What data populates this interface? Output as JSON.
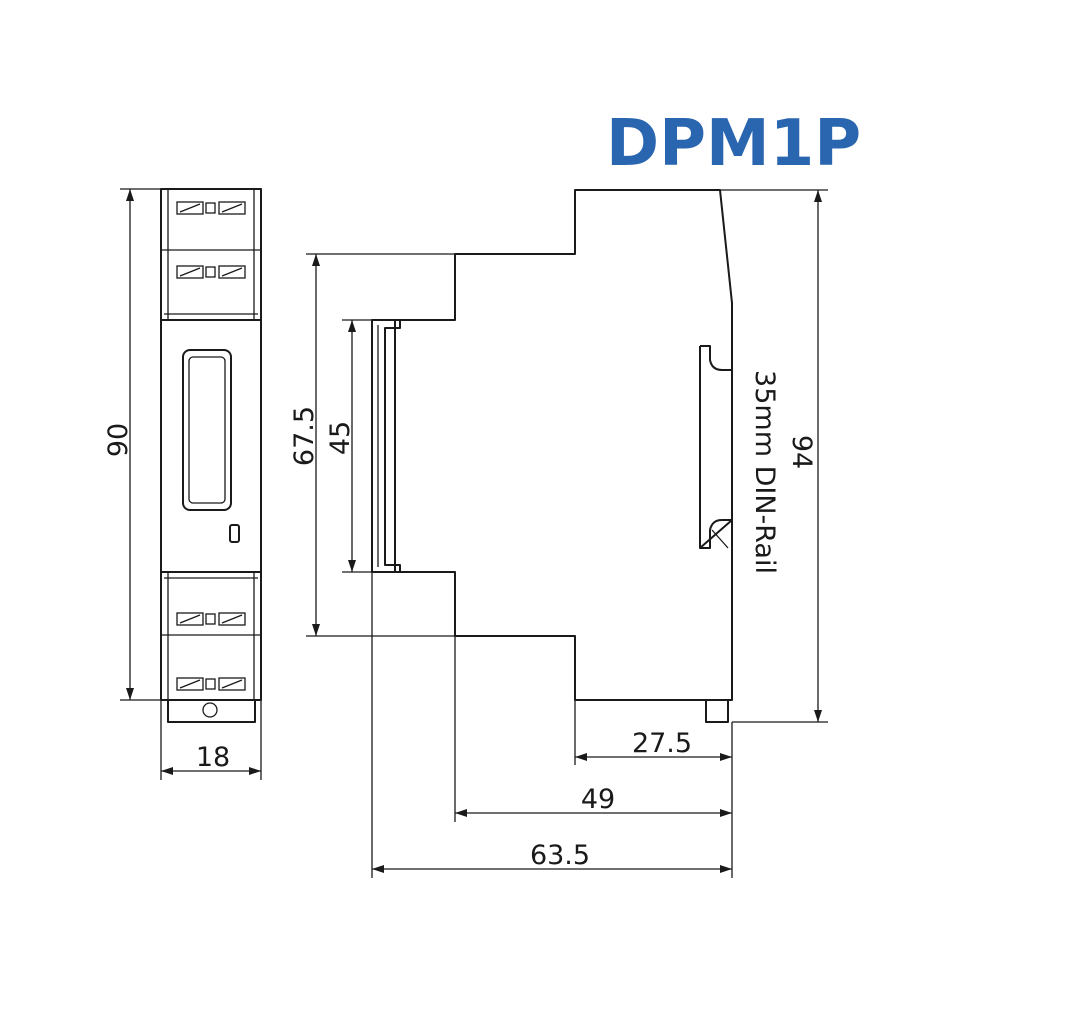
{
  "title": "DPM1P",
  "title_color": "#2a66b0",
  "line_color": "#1a1a1a",
  "dimensions": {
    "front_height": "90",
    "front_width": "18",
    "side_height_outer": "67.5",
    "side_height_inner": "45",
    "total_height": "94",
    "depth_front": "27.5",
    "depth_mid": "49",
    "depth_total": "63.5"
  },
  "rail_label": "35mm DIN-Rail"
}
